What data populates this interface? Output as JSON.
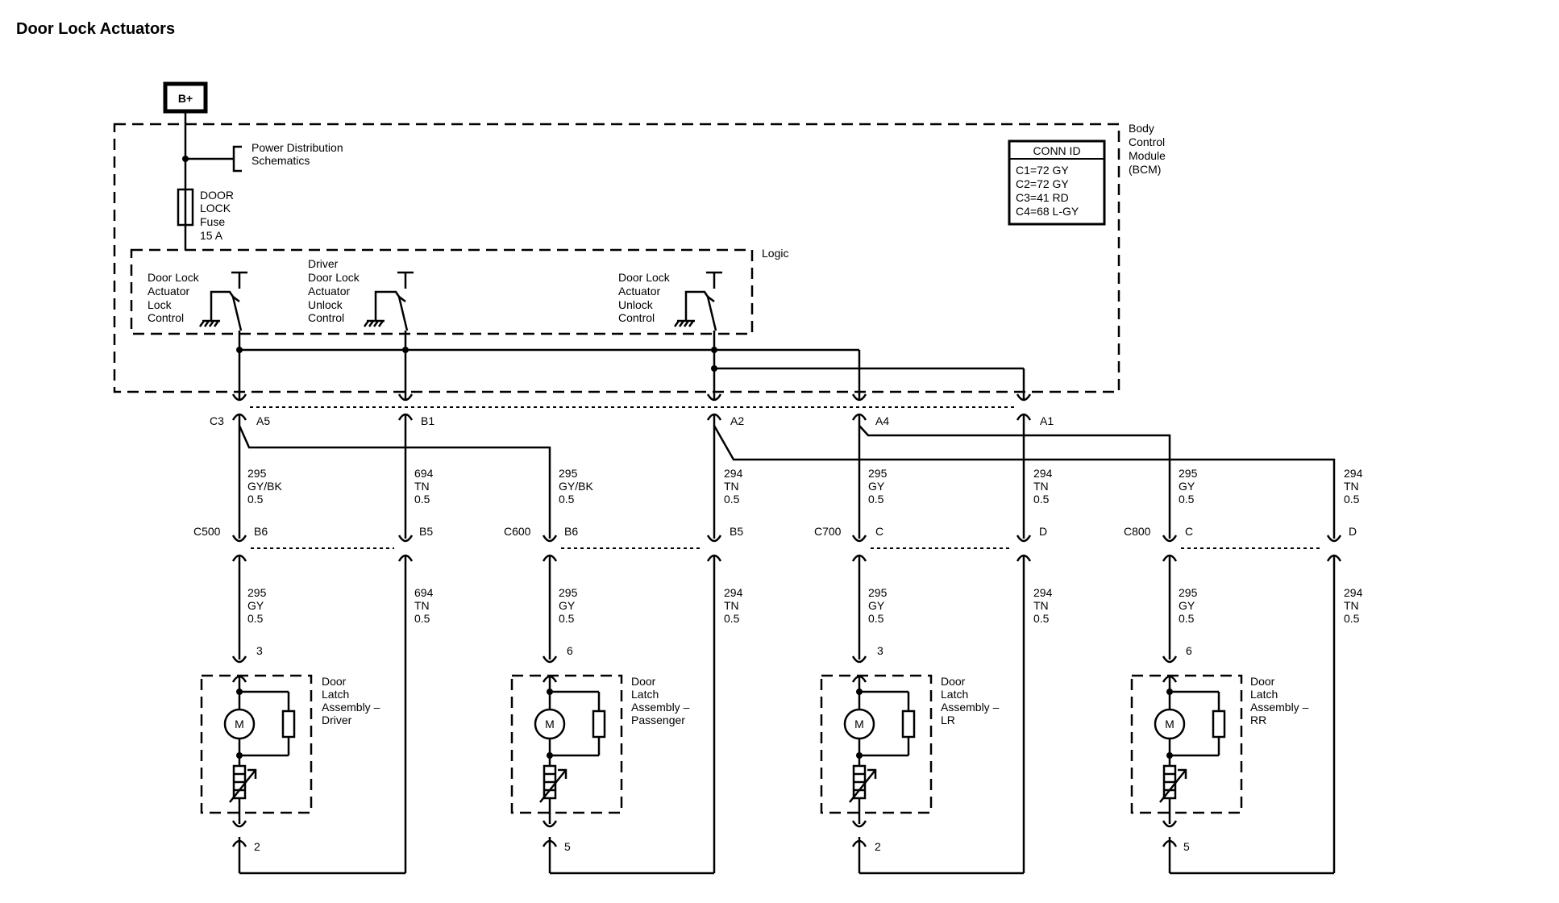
{
  "title": "Door Lock Actuators",
  "power": {
    "b_plus": "B+",
    "power_dist": [
      "Power Distribution",
      "Schematics"
    ],
    "fuse": [
      "DOOR",
      "LOCK",
      "Fuse",
      "15 A"
    ]
  },
  "bcm": {
    "name": [
      "Body",
      "Control",
      "Module",
      "(BCM)"
    ],
    "logic": "Logic",
    "conn_header": "CONN ID",
    "conn_ids": [
      "C1=72 GY",
      "C2=72 GY",
      "C3=41 RD",
      "C4=68 L-GY"
    ]
  },
  "controls": [
    [
      "Door Lock",
      "Actuator",
      "Lock",
      "Control"
    ],
    [
      "Driver",
      "Door Lock",
      "Actuator",
      "Unlock",
      "Control"
    ],
    [
      "Door Lock",
      "Actuator",
      "Unlock",
      "Control"
    ]
  ],
  "c3": {
    "name": "C3",
    "pins": [
      "A5",
      "B1",
      "A2",
      "A4",
      "A1"
    ]
  },
  "wires_mid": [
    [
      "295",
      "GY/BK",
      "0.5"
    ],
    [
      "694",
      "TN",
      "0.5"
    ],
    [
      "295",
      "GY/BK",
      "0.5"
    ],
    [
      "294",
      "TN",
      "0.5"
    ],
    [
      "295",
      "GY",
      "0.5"
    ],
    [
      "294",
      "TN",
      "0.5"
    ],
    [
      "295",
      "GY",
      "0.5"
    ],
    [
      "294",
      "TN",
      "0.5"
    ]
  ],
  "door_connectors": [
    {
      "name": "C500",
      "pin1": "B6",
      "pin2": "B5"
    },
    {
      "name": "C600",
      "pin1": "B6",
      "pin2": "B5"
    },
    {
      "name": "C700",
      "pin1": "C",
      "pin2": "D"
    },
    {
      "name": "C800",
      "pin1": "C",
      "pin2": "D"
    }
  ],
  "wires_low": [
    [
      "295",
      "GY",
      "0.5"
    ],
    [
      "694",
      "TN",
      "0.5"
    ],
    [
      "295",
      "GY",
      "0.5"
    ],
    [
      "294",
      "TN",
      "0.5"
    ],
    [
      "295",
      "GY",
      "0.5"
    ],
    [
      "294",
      "TN",
      "0.5"
    ],
    [
      "295",
      "GY",
      "0.5"
    ],
    [
      "294",
      "TN",
      "0.5"
    ]
  ],
  "latches": [
    {
      "pin_top": "3",
      "pin_bottom": "2",
      "label": [
        "Door",
        "Latch",
        "Assembly –",
        "Driver"
      ]
    },
    {
      "pin_top": "6",
      "pin_bottom": "5",
      "label": [
        "Door",
        "Latch",
        "Assembly –",
        "Passenger"
      ]
    },
    {
      "pin_top": "3",
      "pin_bottom": "2",
      "label": [
        "Door",
        "Latch",
        "Assembly –",
        "LR"
      ]
    },
    {
      "pin_top": "6",
      "pin_bottom": "5",
      "label": [
        "Door",
        "Latch",
        "Assembly –",
        "RR"
      ]
    }
  ],
  "motor_symbol": "M"
}
